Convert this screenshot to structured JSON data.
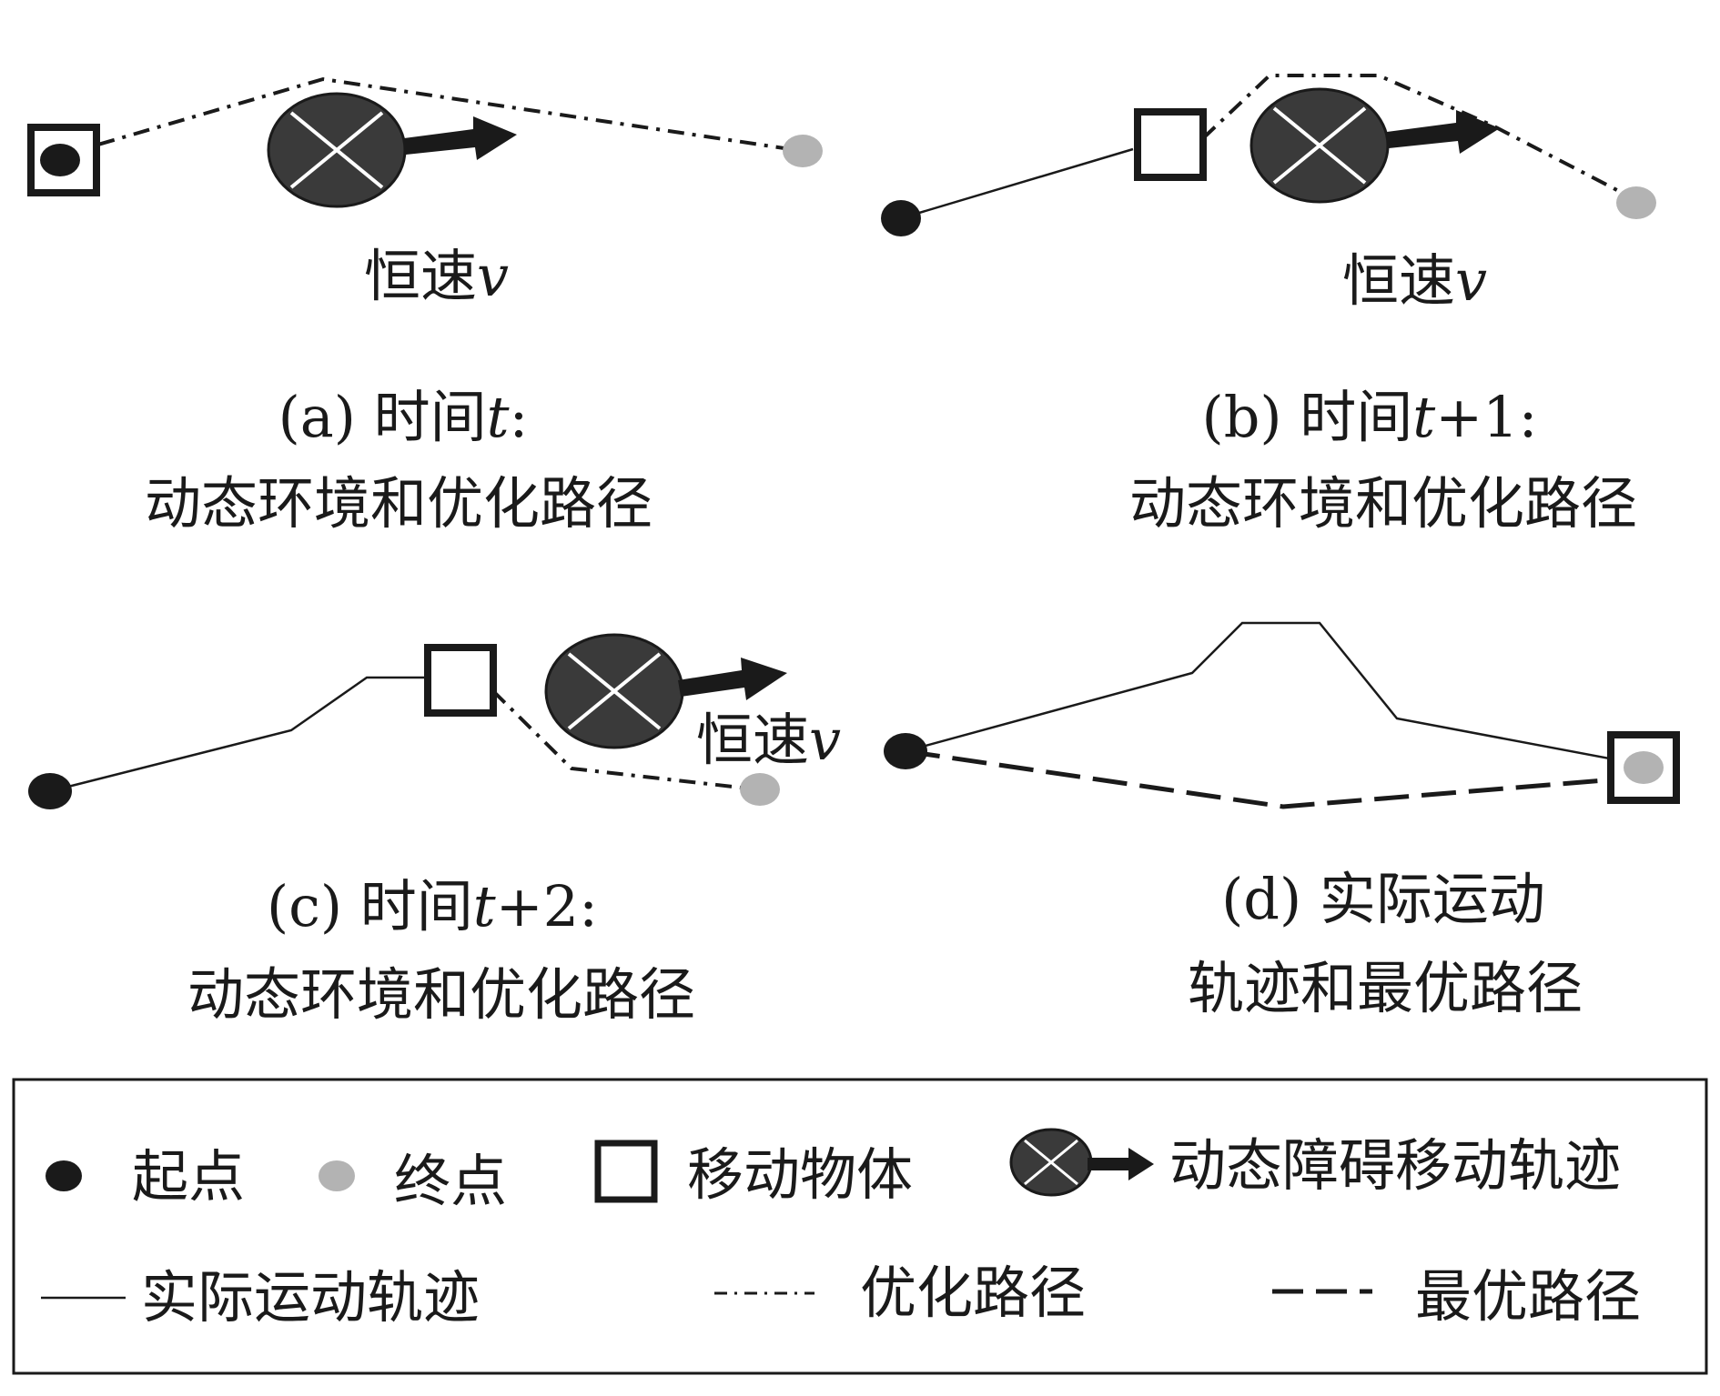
{
  "speed_label": {
    "prefix": "恒速",
    "var": "v"
  },
  "panels": {
    "a": {
      "line1_prefix": "(a) 时间",
      "line1_var": "t",
      "line1_suffix": ":",
      "line2": "动态环境和优化路径"
    },
    "b": {
      "line1_prefix": "(b) 时间",
      "line1_var": "t",
      "line1_suffix": "+1:",
      "line2": "动态环境和优化路径"
    },
    "c": {
      "line1_prefix": "(c) 时间",
      "line1_var": "t",
      "line1_suffix": "+2:",
      "line2": "动态环境和优化路径"
    },
    "d": {
      "line1": "(d) 实际运动",
      "line2": "轨迹和最优路径"
    }
  },
  "legend": {
    "start": "起点",
    "end": "终点",
    "moving_object": "移动物体",
    "obstacle": "动态障碍移动轨迹",
    "actual": "实际运动轨迹",
    "optimized": "优化路径",
    "optimal": "最优路径"
  },
  "colors": {
    "start_point": "#1a1a1a",
    "end_point": "#b3b3b3",
    "obstacle": "#3a3a3a",
    "line": "#1a1a1a"
  }
}
